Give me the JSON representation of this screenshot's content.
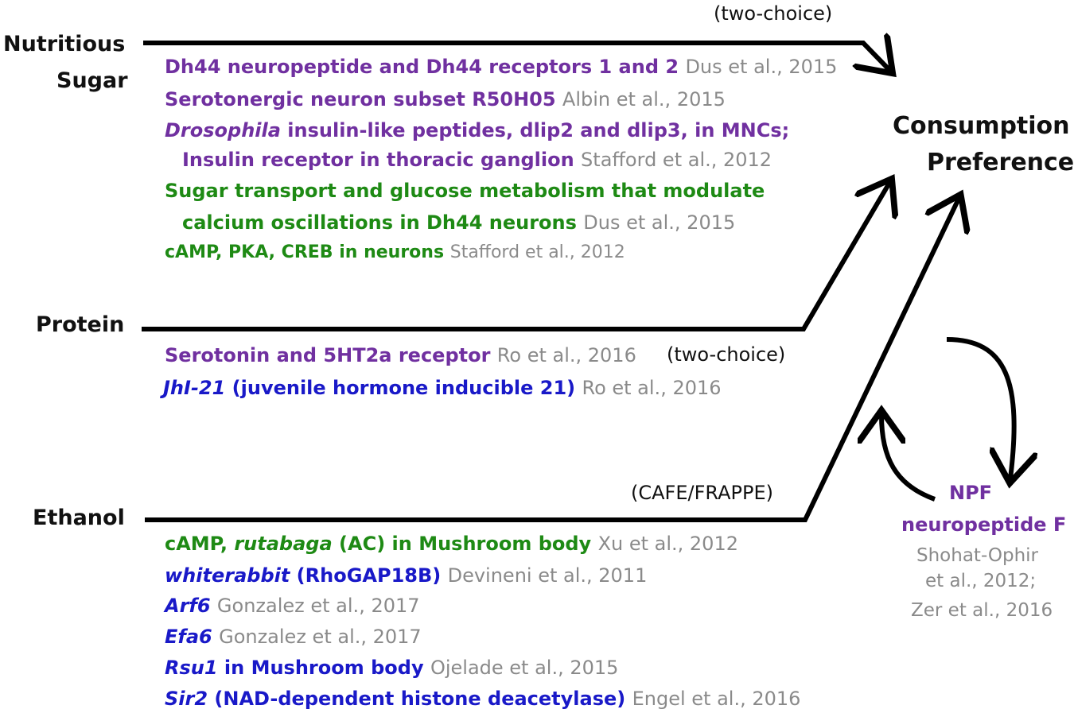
{
  "colors": {
    "line": "#000000",
    "purple": "#7030a0",
    "green": "#1e8a14",
    "blue": "#1919c8",
    "citation_gray": "#8a8a8a"
  },
  "inputs": {
    "sugar_line1": "Nutritious",
    "sugar_line2": "Sugar",
    "protein": "Protein",
    "ethanol": "Ethanol"
  },
  "output": {
    "line1": "Consumption",
    "line2": "Preference"
  },
  "notes": {
    "sugar_assay": "(two-choice)",
    "protein_assay": "(two-choice)",
    "ethanol_assay": "(CAFE/FRAPPE)"
  },
  "sugar_entries": [
    {
      "text": "Dh44 neuropeptide and Dh44 receptors 1 and 2",
      "cite": "Dus et al., 2015"
    },
    {
      "text": "Serotonergic neuron subset R50H05",
      "cite": "Albin et al.,  2015"
    },
    {
      "italic": "Drosophila",
      "text": " insulin-like peptides, dlip2 and dlip3, in MNCs;"
    },
    {
      "text": "Insulin receptor in thoracic ganglion",
      "cite": "Stafford et al., 2012"
    },
    {
      "text": "Sugar transport and glucose metabolism that modulate"
    },
    {
      "text": "calcium oscillations in Dh44 neurons",
      "cite": "Dus et al., 2015"
    },
    {
      "text": "cAMP, PKA, CREB in neurons",
      "cite": "Stafford et al., 2012"
    }
  ],
  "protein_entries": [
    {
      "text": "Serotonin and 5HT2a receptor",
      "cite": "Ro et al., 2016"
    },
    {
      "italic": "JhI-21",
      "text": " (juvenile hormone inducible 21)",
      "cite": "Ro et al., 2016"
    }
  ],
  "ethanol_entries": [
    {
      "pre": "cAMP, ",
      "italic": "rutabaga",
      "text": " (AC) in Mushroom body",
      "cite": "Xu et al., 2012"
    },
    {
      "italic": "whiterabbit",
      "text": " (RhoGAP18B)",
      "cite": "Devineni et al., 2011"
    },
    {
      "italic": "Arf6",
      "cite": "Gonzalez et al., 2017"
    },
    {
      "italic": "Efa6",
      "cite": "Gonzalez et al., 2017"
    },
    {
      "italic": "Rsu1",
      "text": " in Mushroom body",
      "cite": "Ojelade et al., 2015"
    },
    {
      "italic": "Sir2",
      "text": " (NAD-dependent histone deacetylase)",
      "cite": "Engel et al., 2016"
    }
  ],
  "npf": {
    "name": "NPF",
    "full": "neuropeptide F",
    "cite1": "Shohat-Ophir",
    "cite2": "et al., 2012;",
    "cite3": "Zer et al., 2016"
  }
}
